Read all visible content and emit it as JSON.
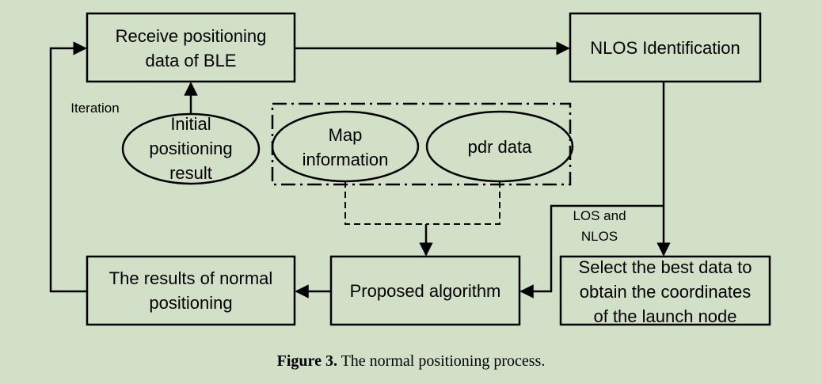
{
  "nodes": {
    "receive": [
      "Receive positioning",
      "data of BLE"
    ],
    "nlos": [
      "NLOS Identification"
    ],
    "initial": [
      "Initial",
      "positioning",
      "result"
    ],
    "map": [
      "Map",
      "information"
    ],
    "pdr": [
      "pdr data"
    ],
    "select": [
      "Select the best data to",
      "obtain the coordinates",
      "of the launch node"
    ],
    "proposed": [
      "Proposed algorithm"
    ],
    "results": [
      "The  results of normal",
      "positioning"
    ]
  },
  "labels": {
    "iteration": "Iteration",
    "los_nlos": [
      "LOS and",
      "NLOS"
    ]
  },
  "caption": {
    "label": "Figure 3.",
    "text": " The normal positioning process."
  }
}
